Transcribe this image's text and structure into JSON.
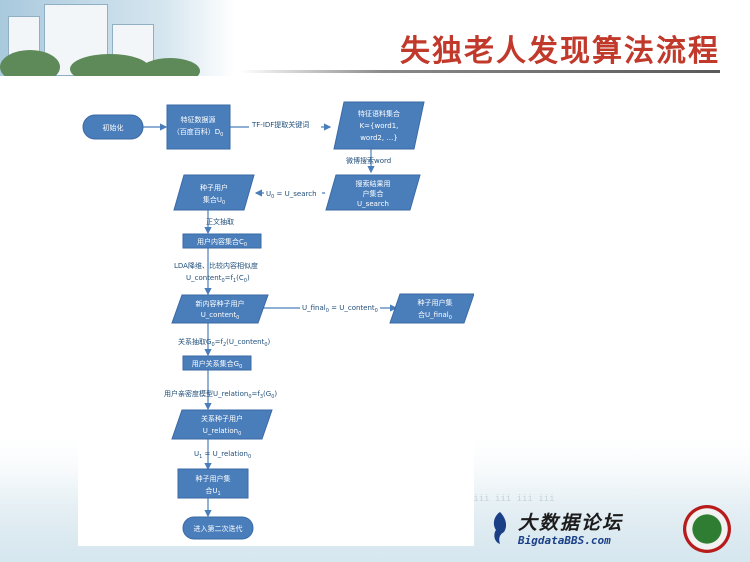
{
  "slide": {
    "title": "失独老人发现算法流程"
  },
  "flowchart": {
    "nodes": {
      "start": "初始化",
      "source_line1": "特征数据源",
      "source_line2": "（百度百科）D",
      "source_sub": "0",
      "keywords_line1": "特征语料集合",
      "keywords_line2": "K={word1,",
      "keywords_line3": "word2, …}",
      "search_line1": "搜索结果用",
      "search_line2": "户集合",
      "search_line3": "U_search",
      "seed_line1": "种子用户",
      "seed_line2": "集合U",
      "seed_sub": "0",
      "content_set": "用户内容集合C",
      "content_sub": "0",
      "new_seed_line1": "新内容种子用户",
      "new_seed_line2": "U_content",
      "new_seed_sub": "0",
      "final_line1": "种子用户集",
      "final_line2": "合U_final",
      "final_sub": "0",
      "relation_set": "用户关系集合G",
      "relation_sub": "0",
      "relation_seed_line1": "关系种子用户",
      "relation_seed_line2": "U_relation",
      "relation_seed_sub": "0",
      "seed2_line1": "种子用户集",
      "seed2_line2": "合U",
      "seed2_sub": "1",
      "end": "进入第二次迭代"
    },
    "edges": {
      "tfidf": "TF-IDF提取关键词",
      "weibo": "微博搜索word",
      "u0_eq": "U",
      "u0_eq_sub": "0",
      "u0_eq_rest": " = U_search",
      "extract": "正文抽取",
      "lda_line1": "LDA降维、比较内容相似度",
      "lda_line2": "U_content",
      "lda_line2_sub": "0",
      "lda_line2_rest": "=f",
      "lda_line2_sub2": "1",
      "lda_line2_end": "(C",
      "lda_line2_sub3": "0",
      "lda_line2_close": ")",
      "final_eq": "U_final",
      "final_eq_sub": "0",
      "final_eq_rest": " = U_content",
      "final_eq_sub2": "0",
      "relation_extract": "关系抽取G",
      "relation_extract_sub": "0",
      "relation_extract_rest": "=f",
      "relation_extract_sub2": "2",
      "relation_extract_end": "(U_content",
      "relation_extract_sub3": "0",
      "relation_extract_close": ")",
      "density": "用户亲密度模型U_relation",
      "density_sub": "0",
      "density_rest": "=f",
      "density_sub2": "3",
      "density_end": "(G",
      "density_sub3": "0",
      "density_close": ")",
      "u1_eq": "U",
      "u1_eq_sub": "1",
      "u1_eq_rest": " = U_relation",
      "u1_eq_sub2": "0"
    }
  },
  "footer": {
    "logo_cn": "大数据论坛",
    "logo_en": "BigdataBBS.com",
    "faded_note": "iii iii iii iii iii      iii"
  },
  "colors": {
    "node_fill": "#4a7ebb",
    "node_stroke": "#3a6aa5",
    "arrow": "#4a7ebb",
    "title": "#c0392b"
  }
}
